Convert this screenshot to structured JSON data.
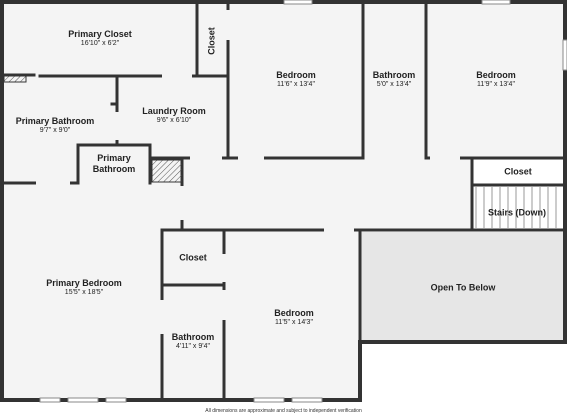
{
  "rooms": {
    "primary_closet": {
      "name": "Primary Closet",
      "dims": "16'10\" x 6'2\""
    },
    "closet_top": {
      "name": "Closet"
    },
    "bedroom_1": {
      "name": "Bedroom",
      "dims": "11'6\" x 13'4\""
    },
    "bathroom_top": {
      "name": "Bathroom",
      "dims": "5'0\" x 13'4\""
    },
    "bedroom_2": {
      "name": "Bedroom",
      "dims": "11'9\" x 13'4\""
    },
    "primary_bathroom": {
      "name": "Primary Bathroom",
      "dims": "9'7\" x 9'0\""
    },
    "laundry_room": {
      "name": "Laundry Room",
      "dims": "9'6\" x 6'10\""
    },
    "primary_bathroom_small": {
      "name_line1": "Primary",
      "name_line2": "Bathroom"
    },
    "closet_right": {
      "name": "Closet"
    },
    "stairs": {
      "name": "Stairs (Down)"
    },
    "primary_bedroom": {
      "name": "Primary Bedroom",
      "dims": "15'5\" x 18'5\""
    },
    "closet_middle": {
      "name": "Closet"
    },
    "bedroom_3": {
      "name": "Bedroom",
      "dims": "11'5\" x 14'3\""
    },
    "bathroom_bottom": {
      "name": "Bathroom",
      "dims": "4'11\" x 9'4\""
    },
    "open_to_below": {
      "name": "Open To Below"
    }
  },
  "disclaimer": "All dimensions are approximate and subject to independent verification",
  "colors": {
    "wall": "#333333",
    "floor": "#f4f4f4",
    "open_area": "#e6e6e6",
    "background": "#ffffff"
  }
}
